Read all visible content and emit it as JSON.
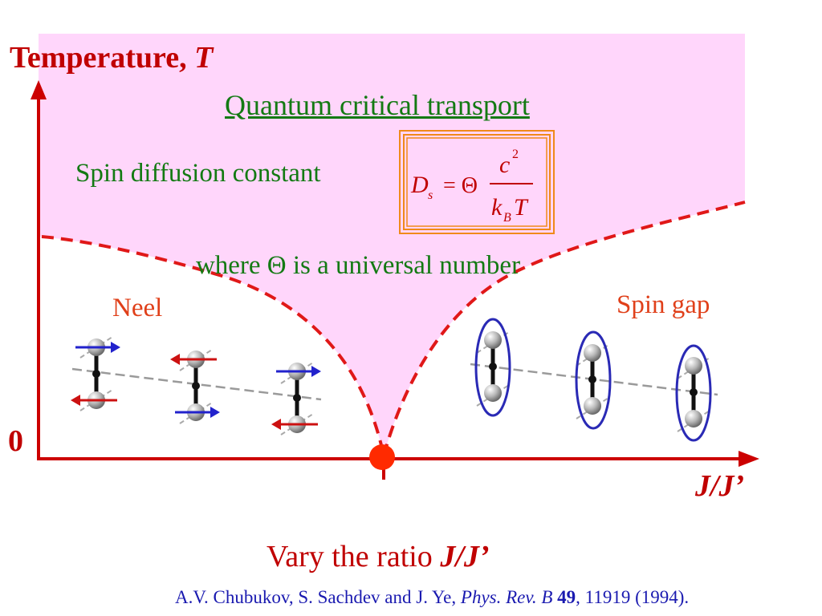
{
  "axes": {
    "y_label": "Temperature, ",
    "y_label_var": "T",
    "x_label": "J/J’",
    "origin_label": "0"
  },
  "title": "Quantum critical transport",
  "spin_diffusion_label": "Spin diffusion constant",
  "formula": {
    "lhs": "D",
    "lhs_sub": "s",
    "equals_theta": "= Θ",
    "numerator": "c",
    "numerator_sup": "2",
    "denominator_k": "k",
    "denominator_sub": "B",
    "denominator_T": "T"
  },
  "universal_note": "where Θ is a universal number",
  "phase_left": "Neel",
  "phase_right": "Spin gap",
  "footer": {
    "vary_prefix": "Vary the ratio ",
    "vary_var": "J/J’"
  },
  "citation": {
    "authors": "A.V. Chubukov, S. Sachdev and J. Ye, ",
    "journal": "Phys. Rev. B",
    "volume": "49",
    "rest": ", 11919 (1994)."
  },
  "colors": {
    "critical_region": "#ffd6fb",
    "axis": "#cc0000",
    "title_green": "#137a13",
    "phase_label": "#e0401a",
    "spin_up_arrow": "#2222cc",
    "spin_down_arrow": "#cc1111",
    "dimer_ellipse": "#2a2ab5",
    "citation": "#1a1ab0"
  }
}
